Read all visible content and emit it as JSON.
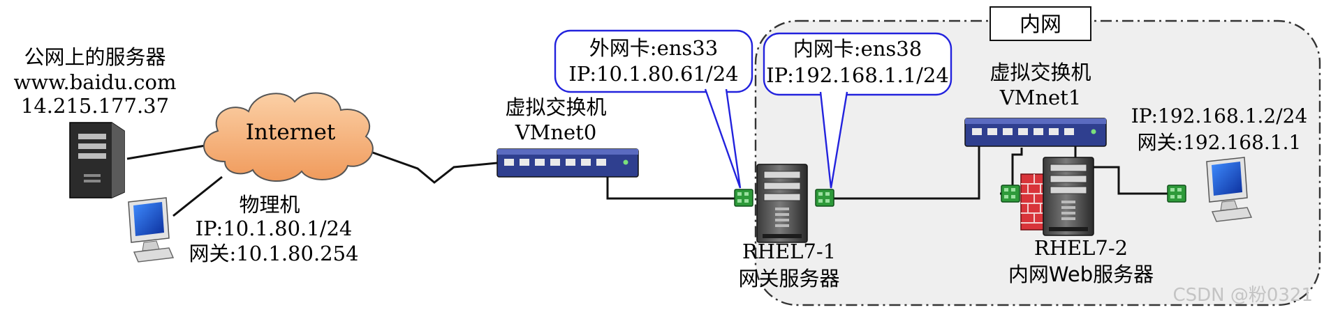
{
  "zone": {
    "label": "内网"
  },
  "public_server": {
    "title": "公网上的服务器",
    "domain": "www.baidu.com",
    "ip": "14.215.177.37"
  },
  "internet": {
    "label": "Internet"
  },
  "physical_host": {
    "title": "物理机",
    "ip": "IP:10.1.80.1/24",
    "gateway": "网关:10.1.80.254"
  },
  "switch_vmnet0": {
    "title": "虚拟交换机",
    "name": "VMnet0"
  },
  "callout_external_nic": {
    "line1": "外网卡:ens33",
    "line2": "IP:10.1.80.61/24"
  },
  "callout_internal_nic": {
    "line1": "内网卡:ens38",
    "line2": "IP:192.168.1.1/24"
  },
  "gateway_server": {
    "name": "RHEL7-1",
    "role": "网关服务器"
  },
  "switch_vmnet1": {
    "title": "虚拟交换机",
    "name": "VMnet1"
  },
  "web_server": {
    "name": "RHEL7-2",
    "role": "内网Web服务器"
  },
  "client": {
    "ip": "IP:192.168.1.2/24",
    "gateway": "网关:192.168.1.1"
  },
  "watermark": "CSDN @粉0321",
  "colors": {
    "zone_fill": "#efefef",
    "cloud": "#f5b37e",
    "switch_body": "#2f3f8f",
    "callout_border": "#2222dd",
    "nic_green": "#2e9a3a",
    "firewall_red": "#d8343a",
    "monitor_screen": "#1b57d8"
  }
}
